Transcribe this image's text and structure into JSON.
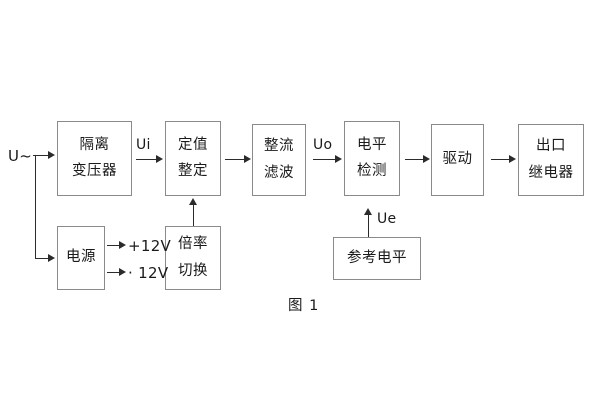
{
  "figure": {
    "caption": "图 1",
    "line_color": "#2b2b2b",
    "box_border_color": "#8a8a8a",
    "text_color": "#1a1a1a",
    "background": "#ffffff"
  },
  "blocks": [
    {
      "id": "isolation-transformer",
      "line1": "隔离",
      "line2": "变压器"
    },
    {
      "id": "setting-value",
      "line1": "定值",
      "line2": "整定"
    },
    {
      "id": "rectify-filter",
      "line1": "整流",
      "line2": "滤波"
    },
    {
      "id": "level-detect",
      "line1": "电平",
      "line2": "检测"
    },
    {
      "id": "driver",
      "line1": "驱动",
      "line2": ""
    },
    {
      "id": "output-relay",
      "line1": "出口",
      "line2": "继电器"
    },
    {
      "id": "power-supply",
      "line1": "电源",
      "line2": ""
    },
    {
      "id": "multiplier-switch",
      "line1": "倍率",
      "line2": "切换"
    },
    {
      "id": "reference-level",
      "line1": "参考电平",
      "line2": ""
    }
  ],
  "signals": {
    "input_source": "U~",
    "ui": "Ui",
    "uo": "Uo",
    "ue": "Ue",
    "rail_positive": "+12V",
    "rail_negative": "· 12V"
  }
}
